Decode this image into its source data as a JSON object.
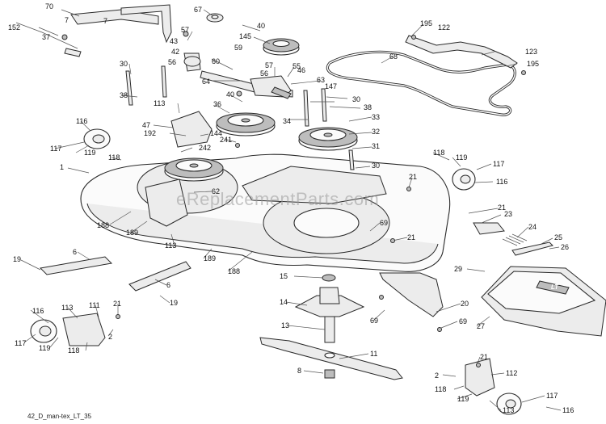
{
  "diagram": {
    "watermark": "eReplacementParts.com",
    "footer": "42_D_man-tex_LT_35",
    "badge": "LT",
    "callouts": [
      {
        "id": "c70",
        "text": "70"
      },
      {
        "id": "c67",
        "text": "67"
      },
      {
        "id": "c152",
        "text": "152"
      },
      {
        "id": "c7a",
        "text": "7"
      },
      {
        "id": "c7b",
        "text": "7"
      },
      {
        "id": "c37",
        "text": "37"
      },
      {
        "id": "c40a",
        "text": "40"
      },
      {
        "id": "c57a",
        "text": "57"
      },
      {
        "id": "c43",
        "text": "43"
      },
      {
        "id": "c42",
        "text": "42"
      },
      {
        "id": "c145",
        "text": "145"
      },
      {
        "id": "c59",
        "text": "59"
      },
      {
        "id": "c195a",
        "text": "195"
      },
      {
        "id": "c122",
        "text": "122"
      },
      {
        "id": "c68",
        "text": "68"
      },
      {
        "id": "c123",
        "text": "123"
      },
      {
        "id": "c195b",
        "text": "195"
      },
      {
        "id": "c30a",
        "text": "30"
      },
      {
        "id": "c56a",
        "text": "56"
      },
      {
        "id": "c60",
        "text": "60"
      },
      {
        "id": "c57b",
        "text": "57"
      },
      {
        "id": "c55",
        "text": "55"
      },
      {
        "id": "c56b",
        "text": "56"
      },
      {
        "id": "c46",
        "text": "46"
      },
      {
        "id": "c64",
        "text": "64"
      },
      {
        "id": "c63",
        "text": "63"
      },
      {
        "id": "c38a",
        "text": "38"
      },
      {
        "id": "c40b",
        "text": "40"
      },
      {
        "id": "c147",
        "text": "147"
      },
      {
        "id": "c30b",
        "text": "30"
      },
      {
        "id": "c38b",
        "text": "38"
      },
      {
        "id": "c113a",
        "text": "113"
      },
      {
        "id": "c36",
        "text": "36"
      },
      {
        "id": "c34",
        "text": "34"
      },
      {
        "id": "c33",
        "text": "33"
      },
      {
        "id": "c116a",
        "text": "116"
      },
      {
        "id": "c47",
        "text": "47"
      },
      {
        "id": "c192",
        "text": "192"
      },
      {
        "id": "c144",
        "text": "144"
      },
      {
        "id": "c32",
        "text": "32"
      },
      {
        "id": "c241",
        "text": "241"
      },
      {
        "id": "c117a",
        "text": "117"
      },
      {
        "id": "c119a",
        "text": "119"
      },
      {
        "id": "c242",
        "text": "242"
      },
      {
        "id": "c31",
        "text": "31"
      },
      {
        "id": "c118a",
        "text": "118"
      },
      {
        "id": "c118b",
        "text": "118"
      },
      {
        "id": "c119b",
        "text": "119"
      },
      {
        "id": "c30c",
        "text": "30"
      },
      {
        "id": "c117b",
        "text": "117"
      },
      {
        "id": "c1",
        "text": "1"
      },
      {
        "id": "c21a",
        "text": "21"
      },
      {
        "id": "c116b",
        "text": "116"
      },
      {
        "id": "c62",
        "text": "62"
      },
      {
        "id": "c21b",
        "text": "21"
      },
      {
        "id": "c23",
        "text": "23"
      },
      {
        "id": "c188a",
        "text": "188"
      },
      {
        "id": "c69a",
        "text": "69"
      },
      {
        "id": "c24",
        "text": "24"
      },
      {
        "id": "c189a",
        "text": "189"
      },
      {
        "id": "c21c",
        "text": "21"
      },
      {
        "id": "c25",
        "text": "25"
      },
      {
        "id": "c26",
        "text": "26"
      },
      {
        "id": "c113b",
        "text": "113"
      },
      {
        "id": "c19a",
        "text": "19"
      },
      {
        "id": "c6a",
        "text": "6"
      },
      {
        "id": "c189b",
        "text": "189"
      },
      {
        "id": "c188b",
        "text": "188"
      },
      {
        "id": "c29",
        "text": "29"
      },
      {
        "id": "c15",
        "text": "15"
      },
      {
        "id": "c6b",
        "text": "6"
      },
      {
        "id": "c19b",
        "text": "19"
      },
      {
        "id": "c14",
        "text": "14"
      },
      {
        "id": "c20",
        "text": "20"
      },
      {
        "id": "c111",
        "text": "111"
      },
      {
        "id": "c21d",
        "text": "21"
      },
      {
        "id": "c116c",
        "text": "116"
      },
      {
        "id": "c113c",
        "text": "113"
      },
      {
        "id": "c27",
        "text": "27"
      },
      {
        "id": "c69b",
        "text": "69"
      },
      {
        "id": "c69c",
        "text": "69"
      },
      {
        "id": "c2a",
        "text": "2"
      },
      {
        "id": "c13",
        "text": "13"
      },
      {
        "id": "c117c",
        "text": "117"
      },
      {
        "id": "c119c",
        "text": "119"
      },
      {
        "id": "c118c",
        "text": "118"
      },
      {
        "id": "c11",
        "text": "11"
      },
      {
        "id": "c21e",
        "text": "21"
      },
      {
        "id": "c2b",
        "text": "2"
      },
      {
        "id": "c112",
        "text": "112"
      },
      {
        "id": "c8",
        "text": "8"
      },
      {
        "id": "c118d",
        "text": "118"
      },
      {
        "id": "c117d",
        "text": "117"
      },
      {
        "id": "c119d",
        "text": "119"
      },
      {
        "id": "c113d",
        "text": "113"
      },
      {
        "id": "c116d",
        "text": "116"
      }
    ]
  }
}
